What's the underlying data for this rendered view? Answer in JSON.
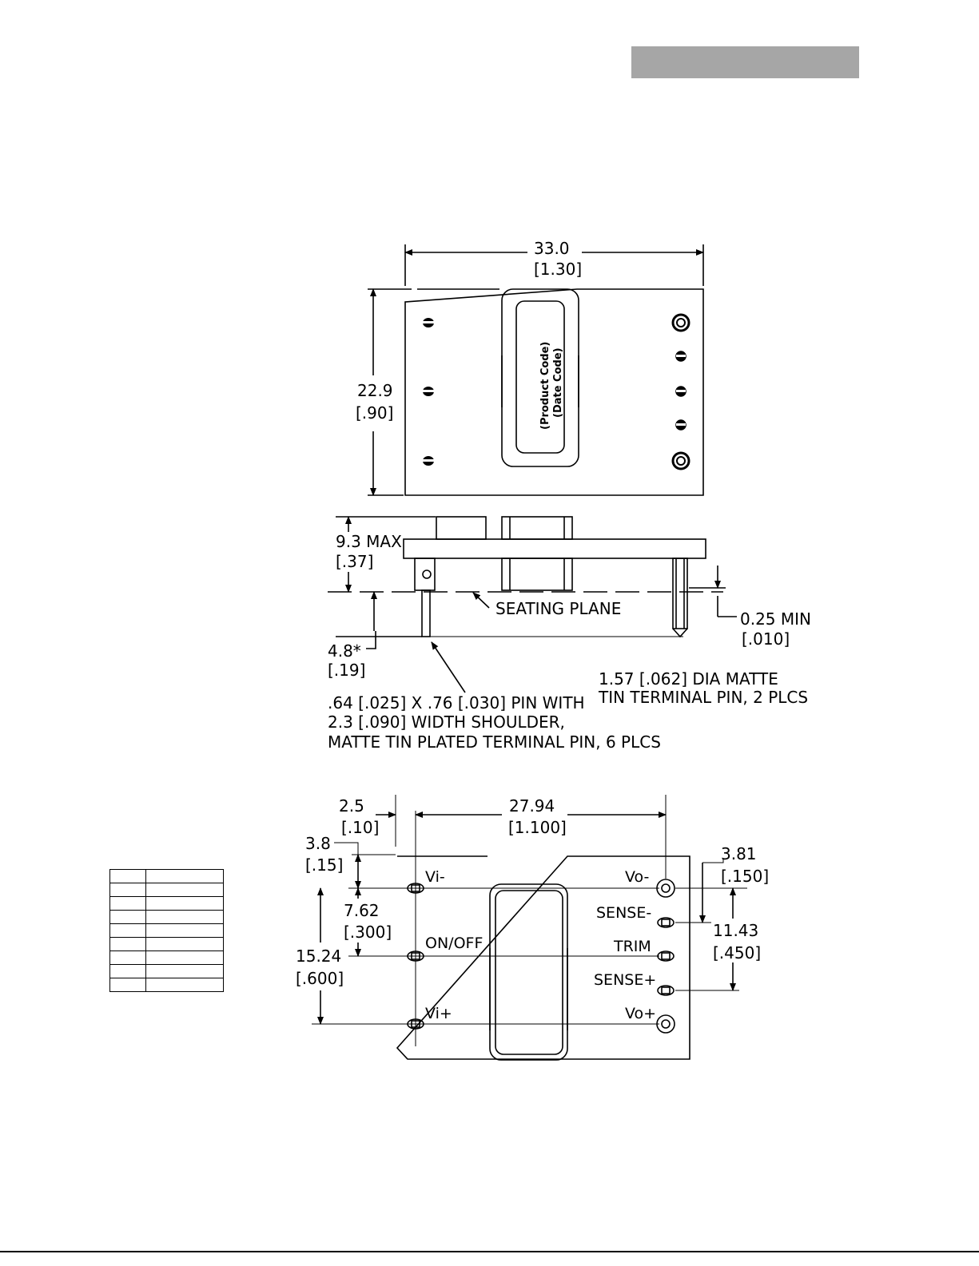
{
  "top_view": {
    "width_mm": "33.0",
    "width_in": "[1.30]",
    "height_mm": "22.9",
    "height_in": "[.90]",
    "label_line1": "(Product Code)",
    "label_line2": "(Date Code)"
  },
  "side_view": {
    "max_height_mm": "9.3 MAX",
    "max_height_in": "[.37]",
    "seating_plane": "SEATING PLANE",
    "min_gap_mm": "0.25 MIN",
    "min_gap_in": "[.010]",
    "pin_length_mm": "4.8*",
    "pin_length_in": "[.19]",
    "note_round_pin_line1": "1.57 [.062] DIA MATTE",
    "note_round_pin_line2": "TIN TERMINAL PIN, 2 PLCS",
    "note_square_pin_line1": ".64 [.025] X .76 [.030] PIN WITH",
    "note_square_pin_line2": "2.3 [.090] WIDTH SHOULDER,",
    "note_square_pin_line3": "MATTE TIN PLATED TERMINAL PIN, 6 PLCS"
  },
  "bottom_view": {
    "dim_2_5_mm": "2.5",
    "dim_2_5_in": "[.10]",
    "dim_27_94_mm": "27.94",
    "dim_27_94_in": "[1.100]",
    "dim_3_8_mm": "3.8",
    "dim_3_8_in": "[.15]",
    "dim_7_62_mm": "7.62",
    "dim_7_62_in": "[.300]",
    "dim_15_24_mm": "15.24",
    "dim_15_24_in": "[.600]",
    "dim_3_81_mm": "3.81",
    "dim_3_81_in": "[.150]",
    "dim_11_43_mm": "11.43",
    "dim_11_43_in": "[.450]",
    "pins": {
      "vi_minus": "Vi-",
      "on_off": "ON/OFF",
      "vi_plus": "Vi+",
      "vo_minus": "Vo-",
      "sense_minus": "SENSE-",
      "trim": "TRIM",
      "sense_plus": "SENSE+",
      "vo_plus": "Vo+"
    }
  },
  "pin_table_rows": 9
}
